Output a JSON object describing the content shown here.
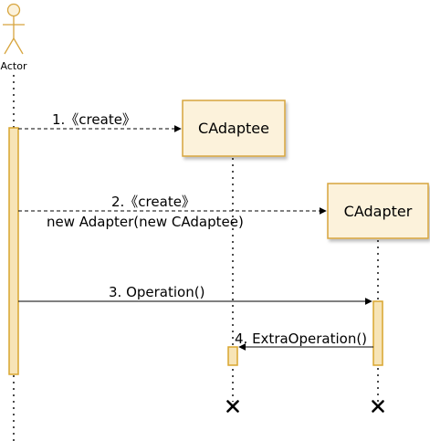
{
  "diagram": {
    "type": "sequence-diagram",
    "actor": {
      "label": "Actor"
    },
    "objects": [
      {
        "id": "adaptee",
        "label": "CAdaptee"
      },
      {
        "id": "adapter",
        "label": "CAdapter"
      }
    ],
    "messages": [
      {
        "label": "1.《create》",
        "style": "dashed"
      },
      {
        "label": "2.《create》",
        "sublabel": "new Adapter(new CAdaptee)",
        "style": "dashed"
      },
      {
        "label": "3. Operation()",
        "style": "solid"
      },
      {
        "label": "4. ExtraOperation()",
        "style": "solid"
      }
    ],
    "colors": {
      "box_fill": "#fcf2db",
      "box_stroke": "#d7a53e",
      "activation_fill": "#f7e4b6",
      "activation_stroke": "#d9a52f",
      "actor_stroke": "#d7a53e",
      "line": "#000000"
    }
  }
}
